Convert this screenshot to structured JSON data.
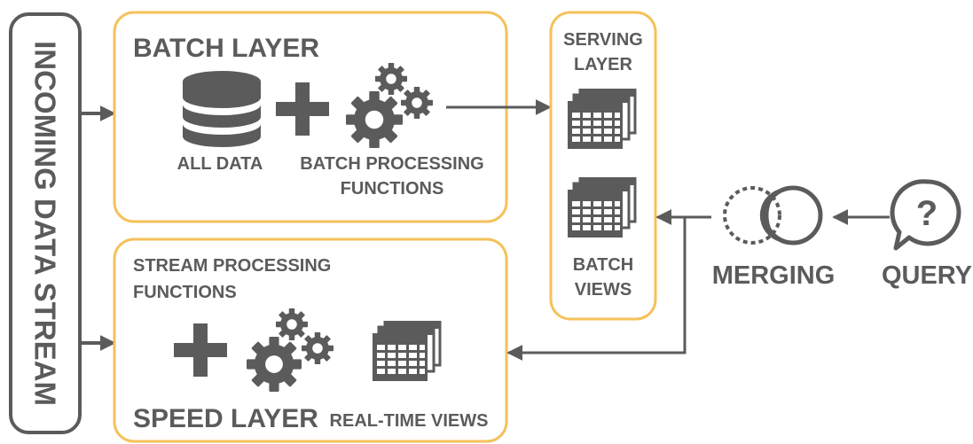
{
  "colors": {
    "box_border": "#f4c25a",
    "stream_border": "#5b5b5b",
    "icon": "#5b5b5b",
    "arrow": "#5b5b5b",
    "text": "#5b5b5b"
  },
  "incoming": {
    "label": "INCOMING DATA STREAM"
  },
  "batch_layer": {
    "title": "BATCH LAYER",
    "all_data": "ALL DATA",
    "functions_line1": "BATCH PROCESSING",
    "functions_line2": "FUNCTIONS",
    "icons": [
      "database-icon",
      "plus-icon",
      "gears-icon"
    ]
  },
  "speed_layer": {
    "functions_line1": "STREAM PROCESSING",
    "functions_line2": "FUNCTIONS",
    "title": "SPEED LAYER",
    "views": "REAL-TIME VIEWS",
    "icons": [
      "plus-icon",
      "gears-icon",
      "table-stack-icon"
    ]
  },
  "serving_layer": {
    "title_line1": "SERVING",
    "title_line2": "LAYER",
    "views_line1": "BATCH",
    "views_line2": "VIEWS",
    "icons": [
      "table-stack-icon",
      "table-stack-icon"
    ]
  },
  "merging": {
    "label": "MERGING",
    "icon": "merge-circles-icon"
  },
  "query": {
    "label": "QUERY",
    "icon": "question-bubble-icon"
  }
}
